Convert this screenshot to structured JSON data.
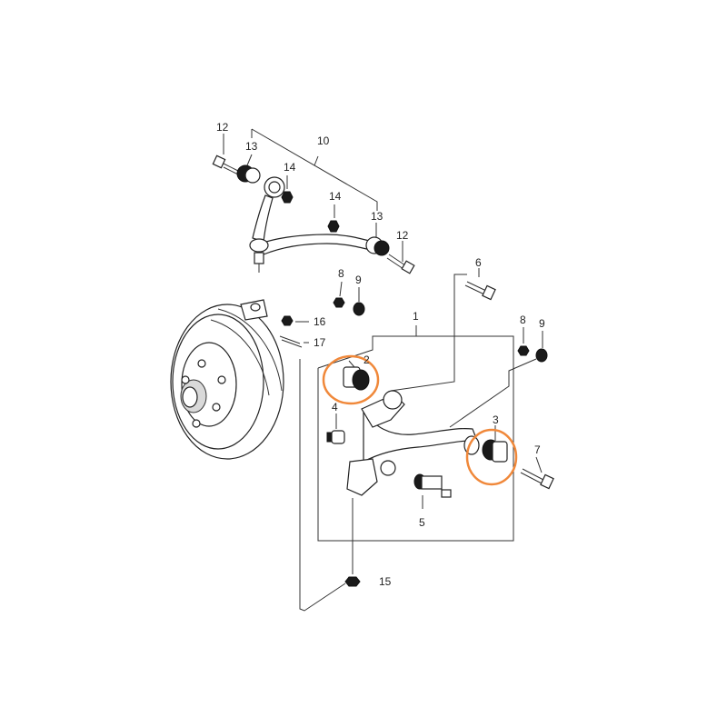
{
  "diagram": {
    "callouts": {
      "c1": "1",
      "c2": "2",
      "c3": "3",
      "c4": "4",
      "c5": "5",
      "c6": "6",
      "c7": "7",
      "c8a": "8",
      "c8b": "8",
      "c9a": "9",
      "c9b": "9",
      "c10": "10",
      "c12a": "12",
      "c12b": "12",
      "c13a": "13",
      "c13b": "13",
      "c14a": "14",
      "c14b": "14",
      "c15": "15",
      "c16": "16",
      "c17": "17"
    },
    "highlight_color": "#f0883a"
  }
}
